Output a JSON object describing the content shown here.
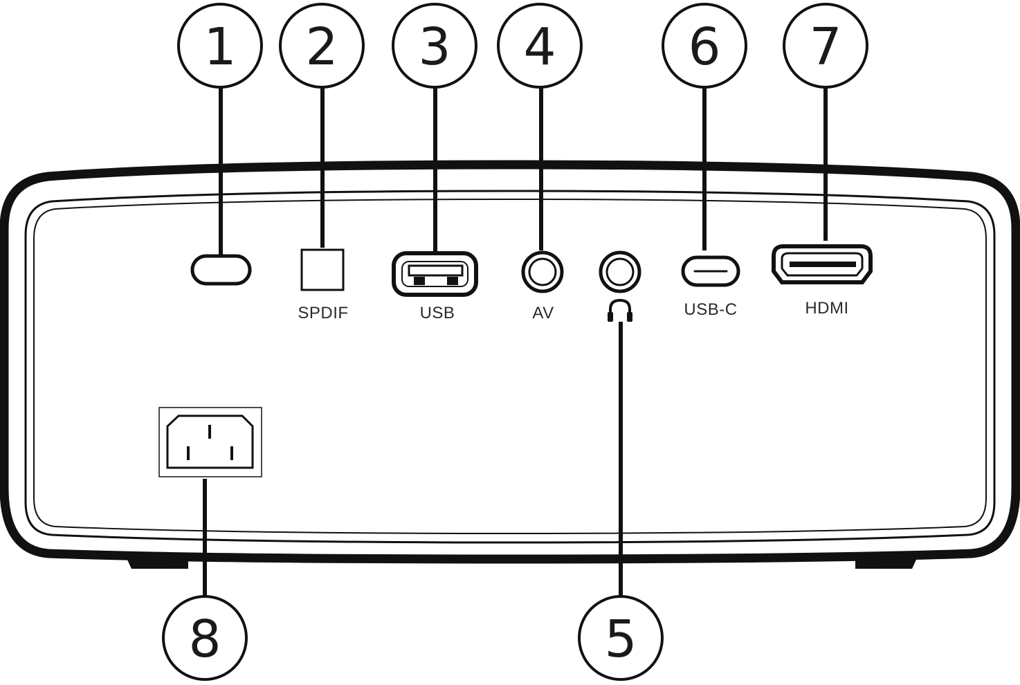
{
  "callouts": {
    "c1": "1",
    "c2": "2",
    "c3": "3",
    "c4": "4",
    "c5": "5",
    "c6": "6",
    "c7": "7",
    "c8": "8"
  },
  "port_labels": {
    "spdif": "SPDIF",
    "usb": "USB",
    "av": "AV",
    "usb_c": "USB-C",
    "hdmi": "HDMI"
  },
  "icons": {
    "headphone": "headphone-icon",
    "power_inlet": "power-inlet-icon"
  },
  "colors": {
    "line": "#111111",
    "background": "#ffffff"
  }
}
